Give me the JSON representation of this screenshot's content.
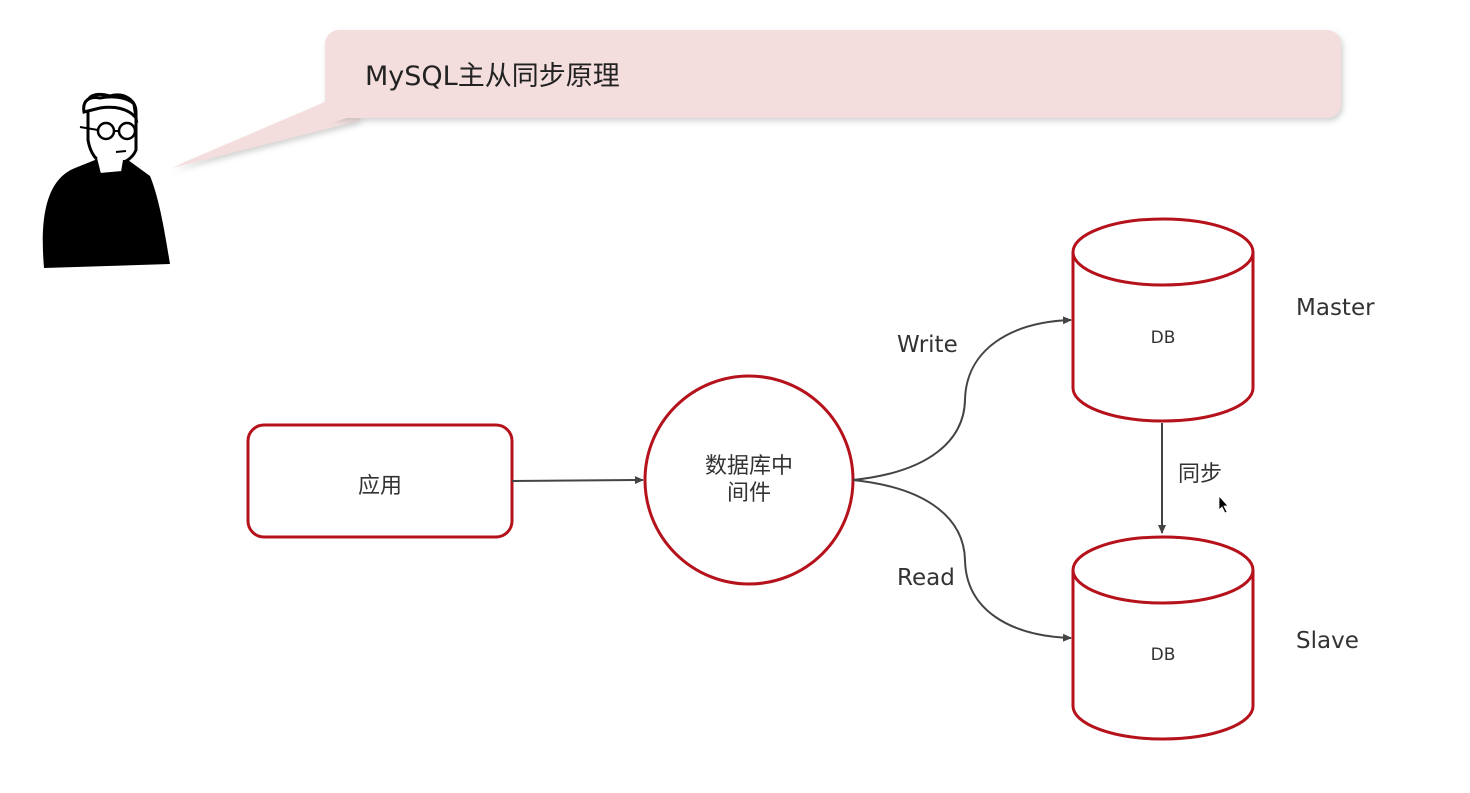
{
  "callout": {
    "title": "MySQL主从同步原理"
  },
  "diagram": {
    "app": "应用",
    "middleware": {
      "line1": "数据库中",
      "line2": "间件"
    },
    "master_db": "DB",
    "slave_db": "DB",
    "write": "Write",
    "read": "Read",
    "sync": "同步",
    "master": "Master",
    "slave": "Slave"
  },
  "colors": {
    "accent": "#b5121b",
    "callout_bg": "#f3dddd",
    "line": "#444444"
  }
}
